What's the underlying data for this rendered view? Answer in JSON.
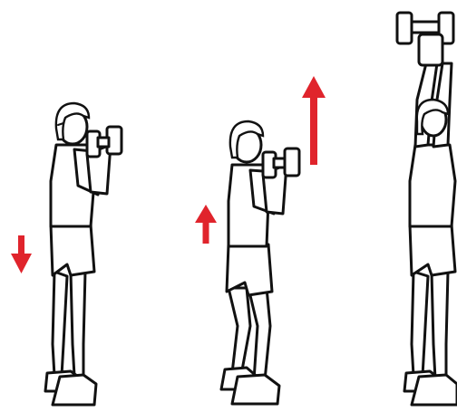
{
  "colors": {
    "arrow": "#e0242c",
    "ink": "#111111",
    "background": "#ffffff"
  },
  "figures": [
    {
      "pose": "start-standing",
      "arrow": "down"
    },
    {
      "pose": "squat-dip",
      "arrow": "up"
    },
    {
      "pose": "press-overhead",
      "arrow": "none"
    }
  ],
  "icons": [
    "arrow-down-icon",
    "arrow-up-icon",
    "dumbbell-icon"
  ]
}
